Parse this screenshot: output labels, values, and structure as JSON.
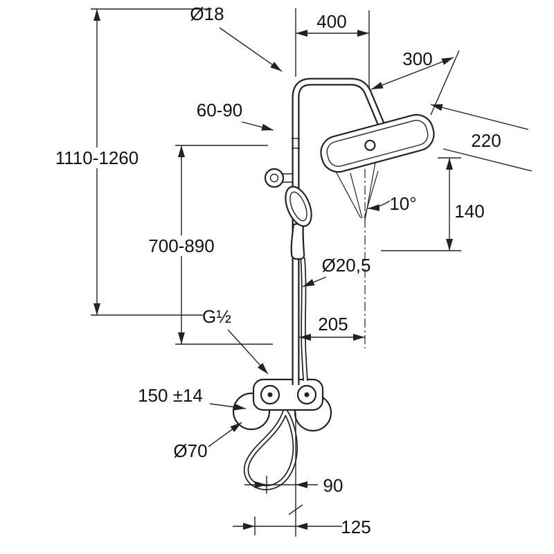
{
  "drawing": {
    "subject": "shower-system-dimensional-drawing",
    "colors": {
      "line": "#222222",
      "text": "#111111",
      "background": "#ffffff"
    },
    "dimensions": {
      "overall_height": "1110-1260",
      "upper_pipe_diameter": "Ø18",
      "arm_reach": "400",
      "head_length": "300",
      "head_width": "220",
      "wall_distance": "60-90",
      "hand_shower_height": "700-890",
      "spray_angle": "10°",
      "head_drop": "140",
      "riser_diameter": "Ø20,5",
      "connection_thread": "G½",
      "head_offset": "205",
      "inlet_spacing": "150 ±14",
      "escutcheon_diameter": "Ø70",
      "hose_offset": "90",
      "base_offset": "125"
    }
  }
}
